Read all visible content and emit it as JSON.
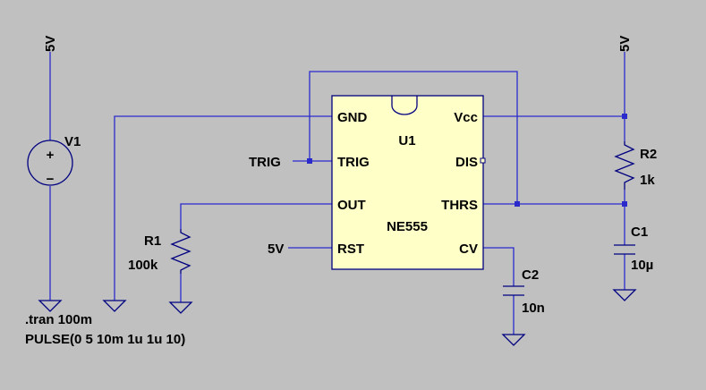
{
  "source": {
    "name": "V1",
    "plus": "+",
    "minus": "−",
    "supply_label": "5V"
  },
  "supply2_label": "5V",
  "ic": {
    "name": "U1",
    "model": "NE555",
    "pins": {
      "gnd": "GND",
      "trig": "TRIG",
      "out": "OUT",
      "rst": "RST",
      "vcc": "Vcc",
      "dis": "DIS",
      "thrs": "THRS",
      "cv": "CV"
    }
  },
  "trig_net_label": "TRIG",
  "rst_net_label": "5V",
  "r1": {
    "name": "R1",
    "value": "100k"
  },
  "r2": {
    "name": "R2",
    "value": "1k"
  },
  "c1": {
    "name": "C1",
    "value": "10µ"
  },
  "c2": {
    "name": "C2",
    "value": "10n"
  },
  "directives": {
    "tran": ".tran 100m",
    "pulse": "PULSE(0 5 10m 1u 1u 10)"
  },
  "colors": {
    "background": "#c0c0c0",
    "wire": "#2b2bcc",
    "component": "#000080",
    "ic_fill": "#ffffc8"
  }
}
